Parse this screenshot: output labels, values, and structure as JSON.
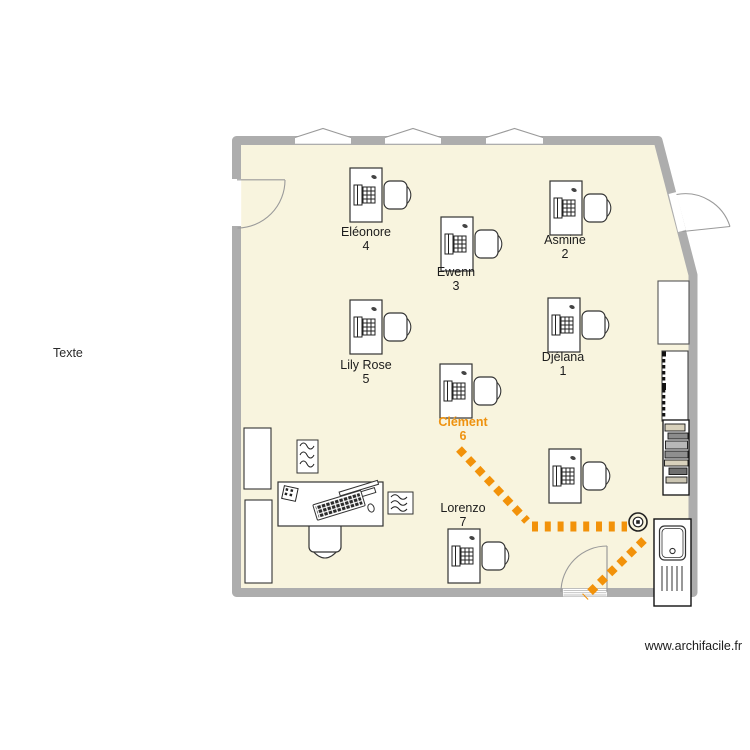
{
  "annotations": {
    "free_text": "Texte",
    "watermark": "www.archifacile.fr"
  },
  "palette": {
    "floor": "#F8F4DE",
    "wall": "#ADADAD",
    "path": "#F2920A",
    "highlight": "#EE9210",
    "furniture_stroke": "#333333"
  },
  "seats": [
    {
      "name": "Eléonore",
      "number": "4",
      "highlighted": false
    },
    {
      "name": "Asmine",
      "number": "2",
      "highlighted": false
    },
    {
      "name": "Ewenn",
      "number": "3",
      "highlighted": false
    },
    {
      "name": "Lily Rose",
      "number": "5",
      "highlighted": false
    },
    {
      "name": "Djélana",
      "number": "1",
      "highlighted": false
    },
    {
      "name": "Clément",
      "number": "6",
      "highlighted": true
    },
    {
      "name": "Lorenzo",
      "number": "7",
      "highlighted": false
    }
  ],
  "room": {
    "desk_count": 8,
    "window_count": 3,
    "door_count": 3,
    "route": {
      "from": "Clément",
      "to": "bottom-door",
      "style": "orange-dashed"
    }
  },
  "icons": {
    "door": "quarter-arc-door",
    "window": "casement-window",
    "student_desk": "desk-with-computer",
    "chair": "desk-chair",
    "teacher_desk": "desk-with-keyboard",
    "papers": "wavy-line-document",
    "sink": "sink-with-drainboard",
    "socket": "round-wall-socket",
    "shelf": "slatted-shelf-radiator",
    "route": "orange-dashed-route"
  }
}
